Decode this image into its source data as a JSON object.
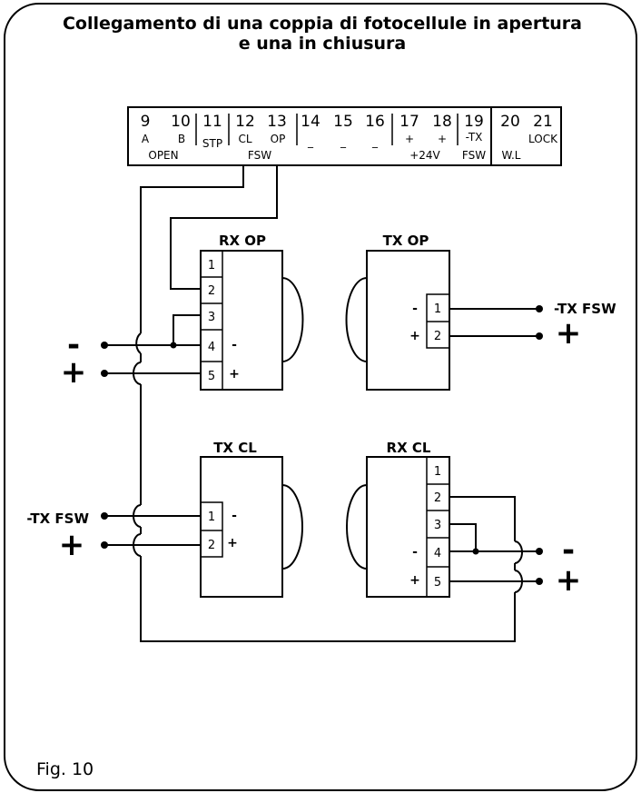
{
  "title": {
    "line1": "Collegamento di una coppia di fotocellule in apertura",
    "line2": "e una in chiusura"
  },
  "terminal_strip": {
    "numbers": [
      "9",
      "10",
      "11",
      "12",
      "13",
      "14",
      "15",
      "16",
      "17",
      "18",
      "19",
      "20",
      "21"
    ],
    "sub_labels": {
      "t9": "A",
      "t10": "B",
      "t11": "STP",
      "t12": "CL",
      "t13": "OP",
      "t14": "_",
      "t15": "_",
      "t16": "_",
      "t17": "+",
      "t18": "+",
      "t19": "-TX",
      "t21": "LOCK"
    },
    "group_labels": {
      "open": "OPEN",
      "fsw": "FSW",
      "v24": "+24V",
      "fsw19": "FSW",
      "wl": "W.L"
    }
  },
  "devices": {
    "rx_op": {
      "label": "RX OP",
      "pins": [
        "1",
        "2",
        "3",
        "4",
        "5"
      ],
      "sign4": "-",
      "sign5": "+"
    },
    "tx_op": {
      "label": "TX OP",
      "pins": [
        "1",
        "2"
      ],
      "sign1": "-",
      "sign2": "+"
    },
    "tx_cl": {
      "label": "TX CL",
      "pins": [
        "1",
        "2"
      ],
      "sign1": "-",
      "sign2": "+"
    },
    "rx_cl": {
      "label": "RX CL",
      "pins": [
        "1",
        "2",
        "3",
        "4",
        "5"
      ],
      "sign4": "-",
      "sign5": "+"
    }
  },
  "external_labels": {
    "minus_left": "-",
    "plus_left": "+",
    "tx_fsw_right": "-TX FSW",
    "plus_right_top": "+",
    "tx_fsw_left": "-TX FSW",
    "plus_left_mid": "+",
    "minus_right_bottom": "-",
    "plus_right_bottom": "+"
  },
  "figure_label": "Fig. 10"
}
